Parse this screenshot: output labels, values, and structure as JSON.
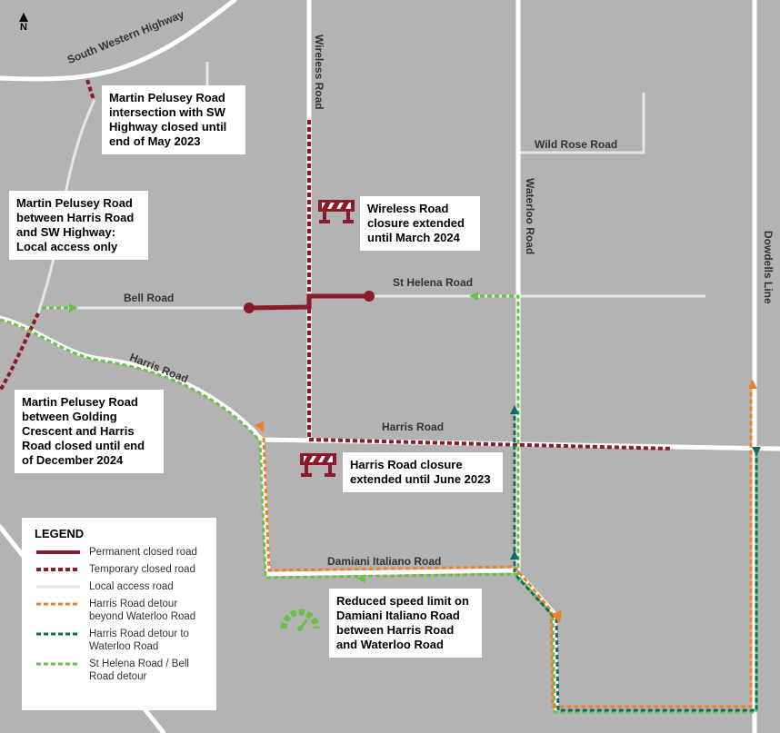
{
  "north_label": "N",
  "roads": {
    "south_western_highway": "South Western Highway",
    "wireless_road": "Wireless Road",
    "waterloo_road": "Waterloo  Road",
    "wild_rose_road": "Wild Rose Road",
    "dowdells_line": "Dowdells Line",
    "bell_road": "Bell Road",
    "st_helena_road": "St Helena Road",
    "harris_road_west": "Harris Road",
    "harris_road_east": "Harris Road",
    "damiani_italiano_road": "Damiani Italiano Road"
  },
  "callouts": {
    "sw_highway_intersection": [
      "Martin Pelusey Road",
      "intersection with SW",
      "Highway closed until",
      "end of May 2023"
    ],
    "local_access": [
      "Martin Pelusey Road",
      "between Harris Road",
      "and SW Highway:",
      "Local access only"
    ],
    "golding_closure": [
      "Martin Pelusey Road",
      "between Golding",
      "Crescent and Harris",
      "Road closed until end",
      "of December 2024"
    ],
    "wireless_closure": [
      "Wireless Road",
      "closure extended",
      "until March 2024"
    ],
    "harris_closure": [
      "Harris Road closure",
      "extended until June 2023"
    ],
    "speed_limit": [
      "Reduced speed limit on",
      "Damiani Italiano Road",
      "between Harris Road",
      "and Waterloo Road"
    ]
  },
  "legend": {
    "title": "LEGEND",
    "items": [
      {
        "label": "Permanent closed road",
        "style": "solid",
        "color": "#8b1a2b"
      },
      {
        "label": "Temporary closed road",
        "style": "dotted",
        "color": "#8b1a2b"
      },
      {
        "label": "Local access road",
        "style": "solid",
        "color": "#e6e6e6"
      },
      {
        "label": "Harris Road detour beyond Waterloo Road",
        "lines": [
          "Harris Road detour",
          "beyond Waterloo Road"
        ],
        "style": "dotted",
        "color": "#f07f2a"
      },
      {
        "label": "Harris Road detour to Waterloo Road",
        "lines": [
          "Harris Road detour to",
          "Waterloo Road"
        ],
        "style": "dotted",
        "color": "#0f6b5f"
      },
      {
        "label": "St Helena Road / Bell Road detour",
        "lines": [
          "St Helena Road / Bell",
          "Road detour"
        ],
        "style": "dotted",
        "color": "#6cc04a"
      }
    ]
  },
  "colors": {
    "background": "#b3b3b3",
    "road": "#ffffff",
    "local_access": "#e6e6e6",
    "closure": "#8b1a2b",
    "detour_beyond_waterloo": "#f07f2a",
    "detour_to_waterloo": "#0f6b5f",
    "detour_st_helena": "#6cc04a"
  }
}
